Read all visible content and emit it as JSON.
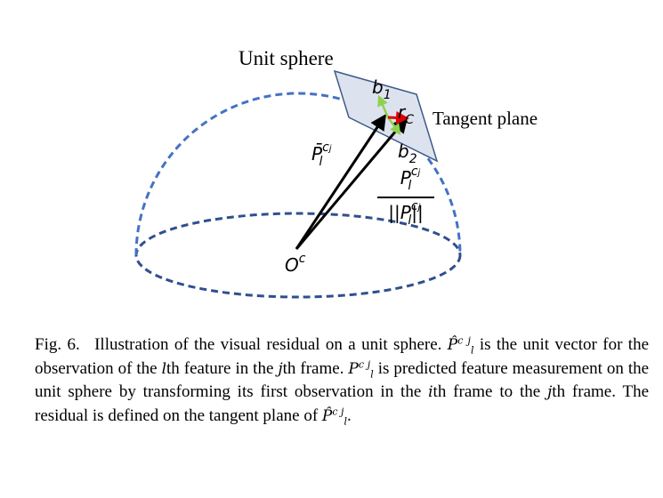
{
  "figure": {
    "labels": {
      "unit_sphere": "Unit sphere",
      "tangent_plane": "Tangent plane",
      "b1": "b",
      "b1_sub": "1",
      "b2": "b",
      "b2_sub": "2",
      "rc": "r",
      "rc_sub": "C",
      "origin": "O",
      "origin_sup": "c",
      "pbar": "P̄",
      "pbar_sup": "c",
      "pbar_sup_sub": "j",
      "pbar_sub": "l",
      "frac_num": "P",
      "frac_num_sup": "c",
      "frac_num_sup_sub": "j",
      "frac_num_sub": "l",
      "frac_den_left": "||P",
      "frac_den_sup": "c",
      "frac_den_sup_sub": "j",
      "frac_den_sub": "l",
      "frac_den_right": "||"
    },
    "colors": {
      "sphere_dash": "#4472c4",
      "base_dash": "#2f4f8f",
      "plane_fill": "#dde3ee",
      "plane_stroke": "#3d5a8a",
      "basis_vector": "#8fd14f",
      "residual": "#e00000",
      "vector": "#000000"
    }
  },
  "caption": {
    "label": "Fig. 6.",
    "part1": "Illustration of the visual residual on a unit sphere.",
    "sym_hat_P": "P̂",
    "sym_sup_c": "c",
    "sym_sup_j": "j",
    "sym_sub_l": "l",
    "part2": "is the unit vector for the observation of the",
    "sym_l": "l",
    "part3": "th feature in the",
    "sym_j": "j",
    "part4": "th frame.",
    "sym_P": "P",
    "part5": "is predicted feature measurement on the unit sphere by transforming its first observation in the",
    "sym_i": "i",
    "part6": "th frame to the",
    "sym_j2": "j",
    "part7": "th frame. The residual is defined on the tangent plane of",
    "end": "."
  }
}
